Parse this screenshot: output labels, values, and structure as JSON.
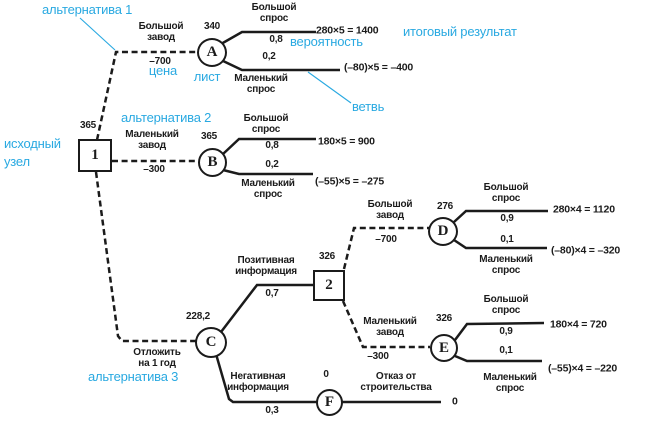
{
  "colors": {
    "ink": "#1b1b1b",
    "accent": "#29a9e1"
  },
  "annotations": {
    "alternative1": "альтернатива 1",
    "alternative2": "альтернатива 2",
    "alternative3": "альтернатива 3",
    "price": "цена",
    "leaf": "лист",
    "probability": "вероятность",
    "final_result": "итоговый результат",
    "branch": "ветвь",
    "root_node_line1": "исходный",
    "root_node_line2": "узел"
  },
  "nodes": {
    "root": {
      "letter": "1",
      "value": "365"
    },
    "a": {
      "letter": "A",
      "value": "340"
    },
    "b": {
      "letter": "B",
      "value": "365"
    },
    "c": {
      "letter": "C",
      "value": "228,2"
    },
    "second": {
      "letter": "2",
      "value": "326"
    },
    "d": {
      "letter": "D",
      "value": "276"
    },
    "e": {
      "letter": "E",
      "value": "326"
    },
    "f": {
      "letter": "F",
      "value": "0"
    }
  },
  "branch_labels": {
    "big_plant": {
      "line1": "Большой",
      "line2": "завод"
    },
    "small_plant": {
      "line1": "Маленький",
      "line2": "завод"
    },
    "big_demand": {
      "line1": "Большой",
      "line2": "спрос"
    },
    "small_demand": {
      "line1": "Маленький",
      "line2": "спрос"
    },
    "postpone": {
      "line1": "Отложить",
      "line2": "на 1 год"
    },
    "positive_info": {
      "line1": "Позитивная",
      "line2": "информация"
    },
    "negative_info": {
      "line1": "Негативная",
      "line2": "информация"
    },
    "refusal": {
      "line1": "Отказ от",
      "line2": "строительства"
    }
  },
  "costs": {
    "build_big": "–700",
    "build_small": "–300"
  },
  "probabilities": {
    "p08": "0,8",
    "p02": "0,2",
    "p09": "0,9",
    "p01": "0,1",
    "p07": "0,7",
    "p03": "0,3"
  },
  "outcomes": {
    "a_high": "280×5 = 1400",
    "a_low": "(–80)×5 = –400",
    "b_high": "180×5 = 900",
    "b_low": "(–55)×5 = –275",
    "d_high": "280×4 = 1120",
    "d_low": "(–80)×4 = –320",
    "e_high": "180×4 = 720",
    "e_low": "(–55)×4 = –220",
    "f_refuse": "0"
  }
}
